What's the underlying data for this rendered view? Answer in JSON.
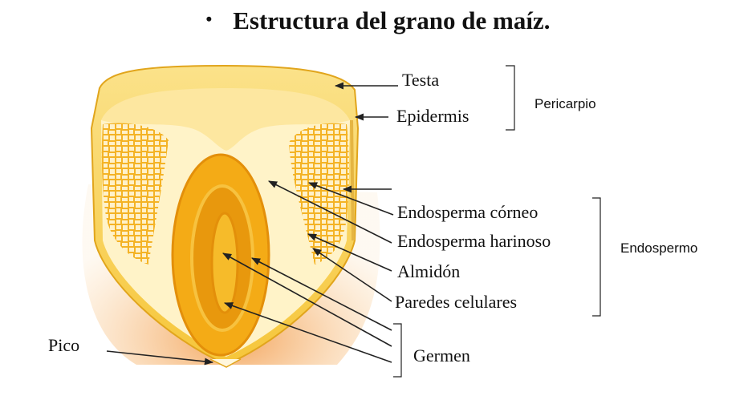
{
  "title": "Estructura del grano de maíz.",
  "bullet": "•",
  "labels": {
    "testa": "Testa",
    "epidermis": "Epidermis",
    "pericarpio": "Pericarpio",
    "endosperma_corneo": "Endosperma córneo",
    "endosperma_harinoso": "Endosperma harinoso",
    "almidon": "Almidón",
    "paredes_celulares": "Paredes celulares",
    "endospermo": "Endospermo",
    "germen": "Germen",
    "pico": "Pico"
  },
  "colors": {
    "pericarp": "#f6c637",
    "endosperm_light": "#fff3c8",
    "floury": "#fde9a8",
    "germ_outer": "#f3a915",
    "germ_inner": "#e79a0d",
    "cells": "#f4b325",
    "shadow": "#f7b877"
  }
}
